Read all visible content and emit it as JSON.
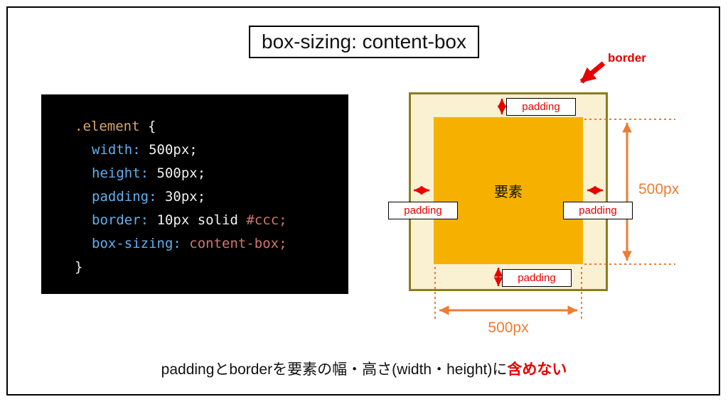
{
  "title": "box-sizing: content-box",
  "code": {
    "selector": ".element",
    "open_brace": "{",
    "close_brace": "}",
    "lines": [
      {
        "property": "width:",
        "value": "500px;"
      },
      {
        "property": "height:",
        "value": "500px;"
      },
      {
        "property": "padding:",
        "value": "30px;"
      },
      {
        "property": "border:",
        "value": "10px solid",
        "special": "#ccc;"
      },
      {
        "property": "box-sizing:",
        "special": "content-box;"
      }
    ]
  },
  "diagram": {
    "element_label": "要素",
    "padding_label": "padding",
    "border_label": "border",
    "height_label": "500px",
    "width_label": "500px"
  },
  "caption": {
    "main": "paddingとborderを要素の幅・高さ(width・height)に",
    "highlight": "含めない"
  },
  "colors": {
    "accent_red": "#e60000",
    "dimension_orange": "#ed7d31",
    "element_fill": "#f6b100",
    "padding_fill": "#faf0d2",
    "border_stroke": "#8a7d20",
    "code_background": "#000000"
  }
}
